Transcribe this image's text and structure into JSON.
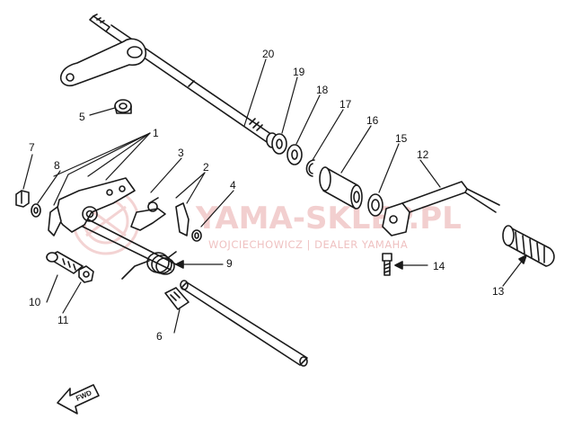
{
  "watermark": {
    "main": "YAMA-SKLEP.PL",
    "sub": "WOJCIECHOWICZ | DEALER YAMAHA",
    "color": "#e9a8a8"
  },
  "parts": {
    "p1": "1",
    "p2": "2",
    "p3": "3",
    "p4": "4",
    "p5": "5",
    "p6": "6",
    "p7": "7",
    "p8": "8",
    "p9": "9",
    "p10": "10",
    "p11": "11",
    "p12": "12",
    "p13": "13",
    "p14": "14",
    "p15": "15",
    "p16": "16",
    "p17": "17",
    "p18": "18",
    "p19": "19",
    "p20": "20"
  },
  "direction_label": "FWD",
  "colors": {
    "ink": "#1a1a1a",
    "paper": "#ffffff"
  }
}
